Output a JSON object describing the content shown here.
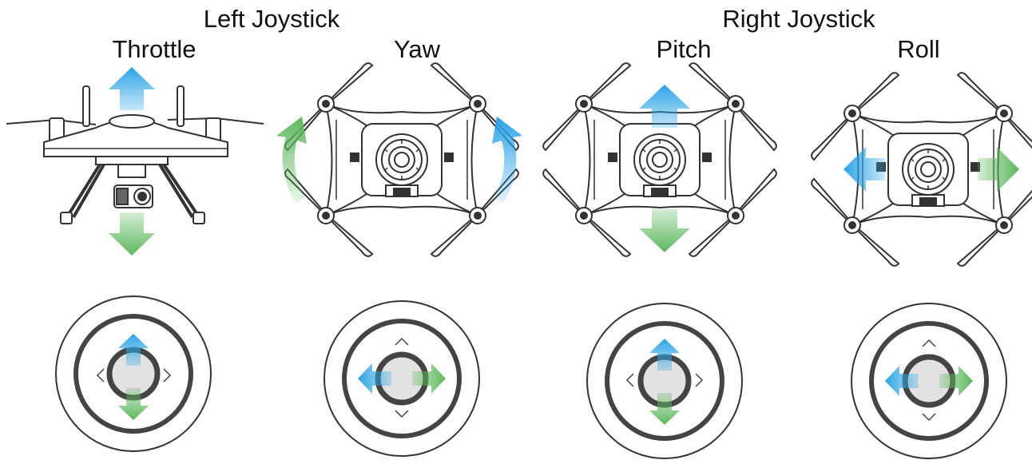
{
  "headers": {
    "left": "Left Joystick",
    "right": "Right Joystick"
  },
  "modes": [
    {
      "label": "Throttle",
      "view": "drone-side-view",
      "motion": "up-down",
      "joystick_axis": "vertical"
    },
    {
      "label": "Yaw",
      "view": "drone-top-view",
      "motion": "rotate-left-right",
      "joystick_axis": "horizontal"
    },
    {
      "label": "Pitch",
      "view": "drone-top-view",
      "motion": "forward-backward",
      "joystick_axis": "vertical"
    },
    {
      "label": "Roll",
      "view": "drone-top-view",
      "motion": "left-right",
      "joystick_axis": "horizontal"
    }
  ],
  "colors": {
    "blue_arrow": "#29a3e6",
    "green_arrow": "#5cb85c",
    "outline": "#333333",
    "ring": "#444444",
    "knob": "#e2e2e2"
  },
  "icons": [
    "up-arrow-icon",
    "down-arrow-icon",
    "left-arrow-icon",
    "right-arrow-icon",
    "rotate-left-icon",
    "rotate-right-icon",
    "chevron-icon"
  ]
}
